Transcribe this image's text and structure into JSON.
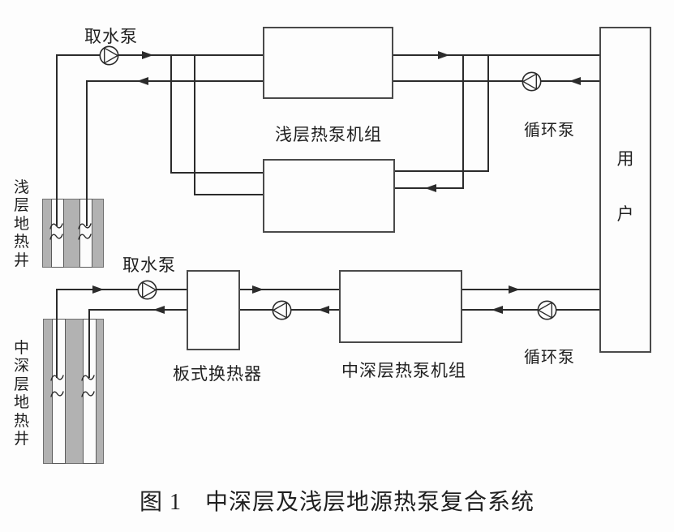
{
  "figure": {
    "caption": "图 1　中深层及浅层地源热泵复合系统"
  },
  "components": {
    "shallow_well": {
      "label": "浅层地热井"
    },
    "deep_well": {
      "label": "中深层地热井"
    },
    "intake_pump_top": {
      "label": "取水泵"
    },
    "intake_pump_bottom": {
      "label": "取水泵"
    },
    "shallow_heat_pump_unit": {
      "label": "浅层热泵机组"
    },
    "deep_heat_pump_unit": {
      "label": "中深层热泵机组"
    },
    "plate_heat_exchanger": {
      "label": "板式换热器"
    },
    "circulation_pump_top": {
      "label": "循环泵"
    },
    "circulation_pump_bottom": {
      "label": "循环泵"
    },
    "user": {
      "label": "用户"
    }
  },
  "colors": {
    "background": "#fdfdfd",
    "line": "#2b2b2b",
    "box_border": "#4a4a4a",
    "well_fill": "#b2b2b2",
    "well_border": "#6f6f6f",
    "channel_border": "#5a5a5a",
    "text": "#1f1f1f"
  }
}
